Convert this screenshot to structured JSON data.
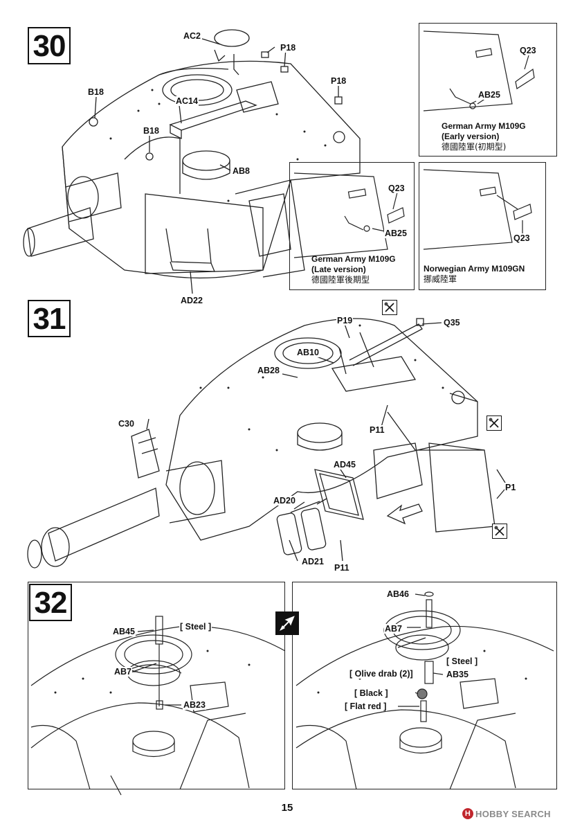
{
  "steps": {
    "s30": {
      "number": "30"
    },
    "s31": {
      "number": "31"
    },
    "s32": {
      "number": "32"
    }
  },
  "parts30": {
    "ac2": "AC2",
    "p18a": "P18",
    "p18b": "P18",
    "b18a": "B18",
    "ac14": "AC14",
    "b18b": "B18",
    "ab8": "AB8",
    "ad22": "AD22"
  },
  "variants": {
    "early": {
      "q": "Q23",
      "ab": "AB25",
      "line1": "German Army M109G",
      "line2": "(Early version)",
      "line3": "德國陸軍(初期型)"
    },
    "late": {
      "q": "Q23",
      "ab": "AB25",
      "line1": "German Army M109G",
      "line2": "(Late version)",
      "line3": "德國陸軍後期型"
    },
    "norway": {
      "q": "Q23",
      "line1": "Norwegian Army M109GN",
      "line2": "挪威陸軍"
    }
  },
  "parts31": {
    "p19": "P19",
    "q35": "Q35",
    "ab10": "AB10",
    "ab28": "AB28",
    "c30": "C30",
    "p11a": "P11",
    "ad45": "AD45",
    "p1": "P1",
    "ad20": "AD20",
    "ad21": "AD21",
    "p11b": "P11"
  },
  "parts32": {
    "ab45": "AB45",
    "steel1": "[ Steel ]",
    "ab7a": "AB7",
    "ab23": "AB23",
    "ab46": "AB46",
    "ab7b": "AB7",
    "steel2": "[ Steel ]",
    "olive": "[ Olive drab (2)]",
    "ab35": "AB35",
    "black": "[ Black ]",
    "flatred": "[ Flat red ]"
  },
  "icons": {
    "cut": "scissors-cut-icon",
    "swap": "before-after-arrow-icon"
  },
  "footer": {
    "page": "15",
    "watermark": "HOBBY SEARCH",
    "logo": "H"
  }
}
